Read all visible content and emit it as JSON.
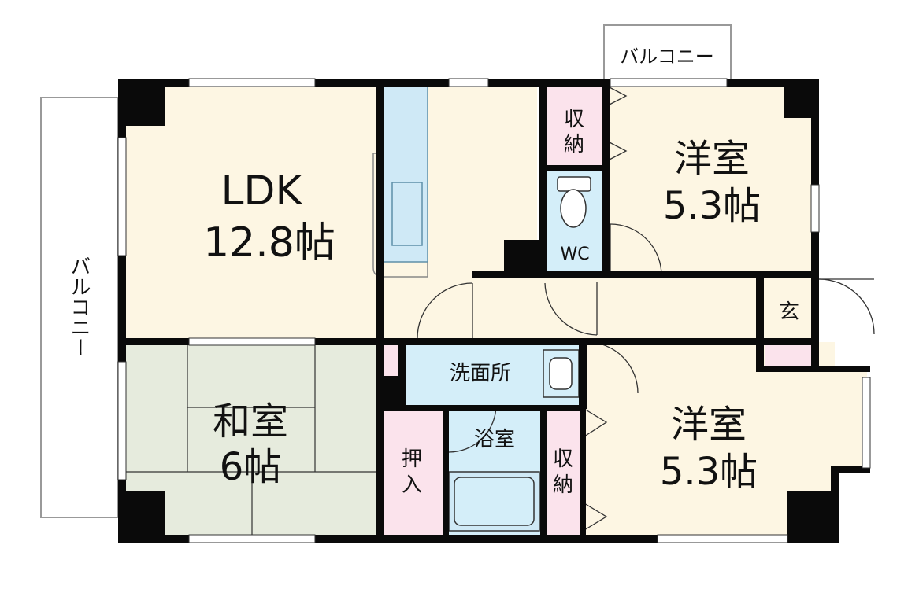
{
  "colors": {
    "wall": "#0a0a0a",
    "room": "#fdf6e3",
    "tatami": "#e6ebdd",
    "wet": "#d4eef9",
    "storage": "#fbe3ec",
    "window": "#ffffff",
    "balcony_outline": "#999999"
  },
  "rooms": {
    "ldk_name": "LDK",
    "ldk_size": "12.8帖",
    "western_north_name": "洋室",
    "western_north_size": "5.3帖",
    "western_south_name": "洋室",
    "western_south_size": "5.3帖",
    "japanese_name": "和室",
    "japanese_size": "6帖"
  },
  "areas": {
    "balcony_top": "バルコニー",
    "balcony_left": "バルコニー",
    "wc": "WC",
    "washroom": "洗面所",
    "bathroom": "浴室",
    "entrance": "玄",
    "closet_north_1": "収",
    "closet_north_2": "納",
    "closet_south_1": "収",
    "closet_south_2": "納",
    "oshiire_1": "押",
    "oshiire_2": "入"
  }
}
